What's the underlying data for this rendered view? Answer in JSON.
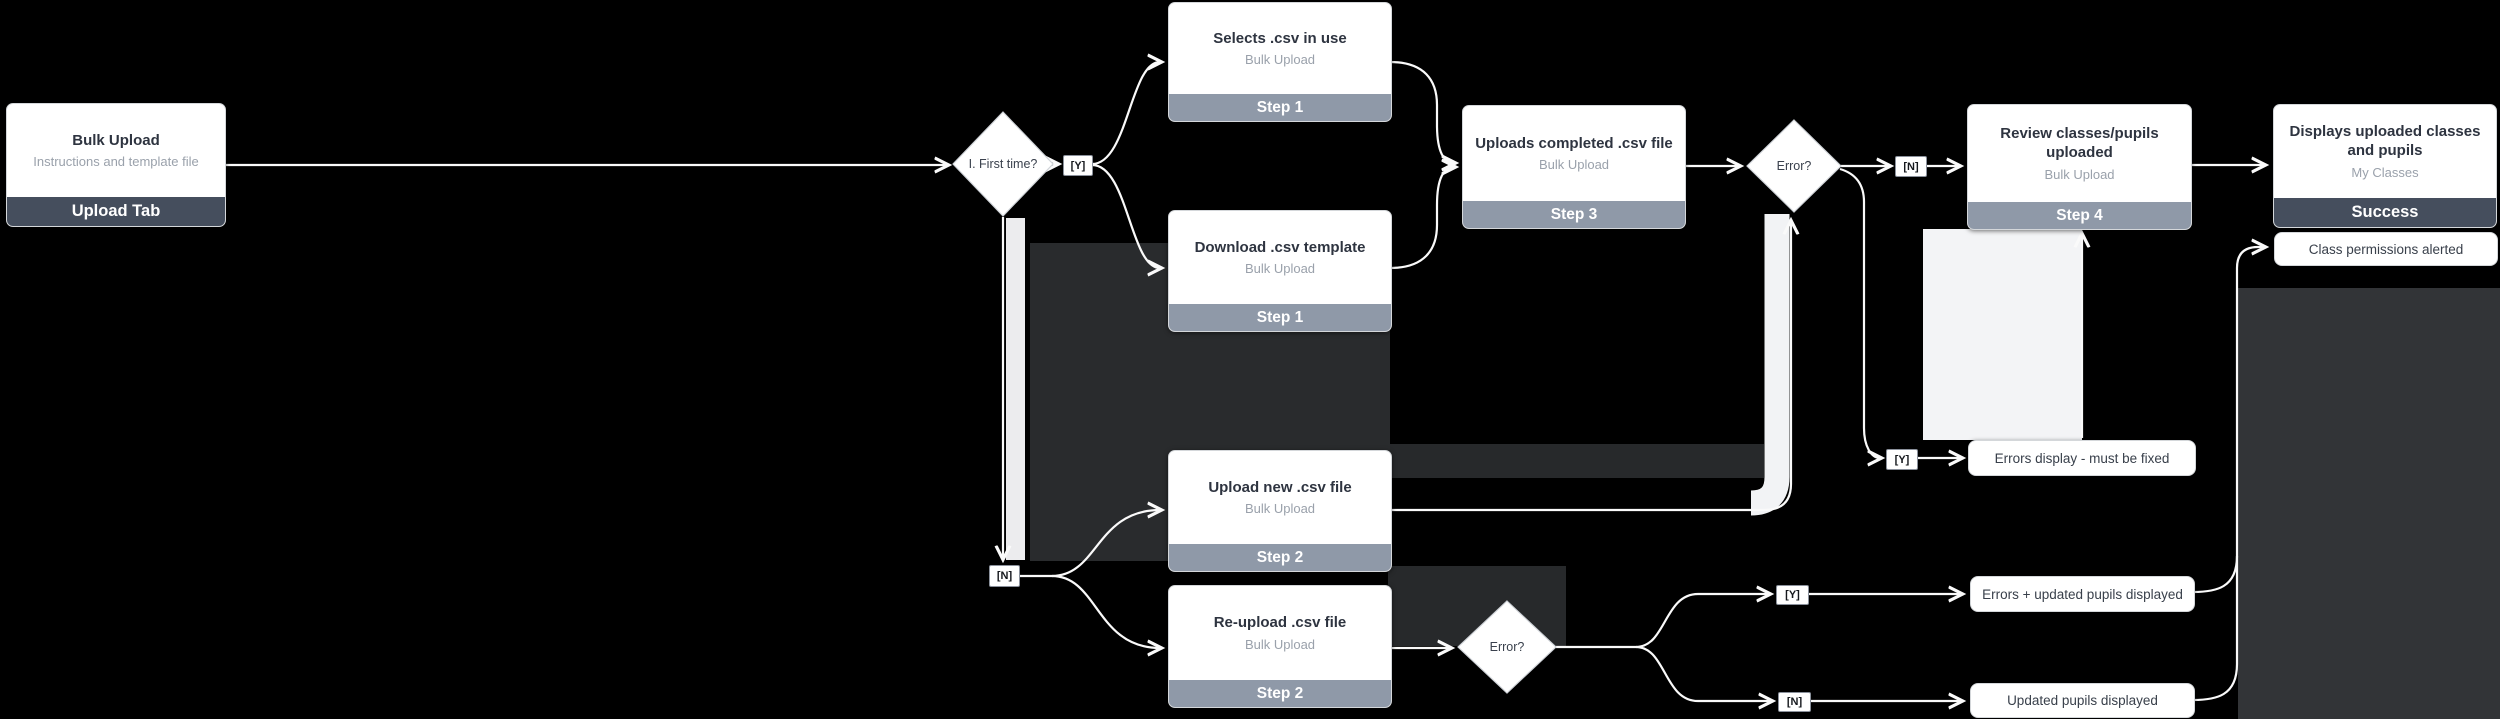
{
  "nodes": {
    "bulk_upload": {
      "title": "Bulk Upload",
      "subtitle": "Instructions and template file",
      "footer": "Upload Tab"
    },
    "selects_csv": {
      "title": "Selects .csv in use",
      "subtitle": "Bulk Upload",
      "footer": "Step 1"
    },
    "download_template": {
      "title": "Download .csv template",
      "subtitle": "Bulk Upload",
      "footer": "Step 1"
    },
    "uploads_completed": {
      "title": "Uploads completed .csv file",
      "subtitle": "Bulk Upload",
      "footer": "Step 3"
    },
    "review_classes": {
      "title": "Review classes/pupils uploaded",
      "subtitle": "Bulk Upload",
      "footer": "Step 4"
    },
    "displays_uploaded": {
      "title": "Displays uploaded classes and pupils",
      "subtitle": "My Classes",
      "footer": "Success"
    },
    "upload_new": {
      "title": "Upload new .csv file",
      "subtitle": "Bulk Upload",
      "footer": "Step 2"
    },
    "reupload": {
      "title": "Re-upload .csv file",
      "subtitle": "Bulk Upload",
      "footer": "Step 2"
    }
  },
  "decisions": {
    "first_time": "I. First time?",
    "error_upper": "Error?",
    "error_lower": "Error?"
  },
  "edge_labels": {
    "yes": "[Y]",
    "no": "[N]"
  },
  "notes": {
    "class_permissions": "Class permissions alerted",
    "errors_display": "Errors display - must be fixed",
    "errors_updated": "Errors + updated pupils displayed",
    "updated": "Updated pupils displayed"
  },
  "colors": {
    "background": "#000000",
    "card_bg": "#ffffff",
    "dark_footer": "#454e5d",
    "step_footer": "#8f99a8",
    "title_text": "#2e3440",
    "subtitle_text": "#9aa1ab",
    "connector": "#fafafa"
  }
}
